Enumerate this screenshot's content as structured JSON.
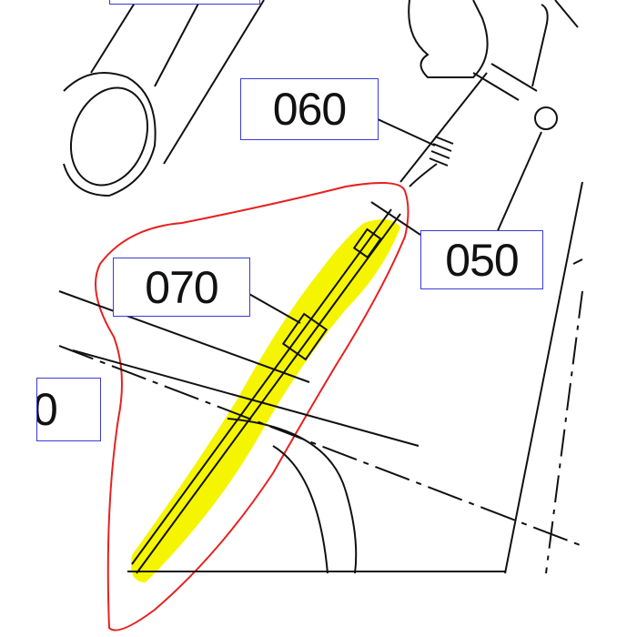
{
  "labels": {
    "part_060": "060",
    "part_050": "050",
    "part_070": "070",
    "part_left_partial": "0"
  },
  "colors": {
    "label_border": "#3a3ad8",
    "highlight": "#f5f500",
    "outline": "#e82020",
    "linework": "#111111"
  }
}
